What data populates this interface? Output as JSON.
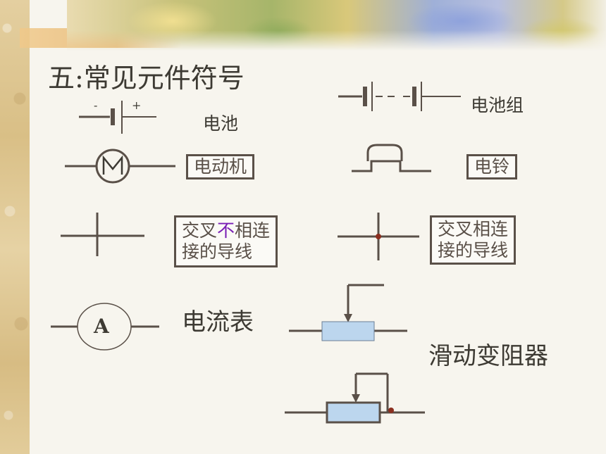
{
  "title": "五:常见元件符号",
  "symbols": {
    "battery": {
      "label": "电池",
      "minus": "-",
      "plus": "+"
    },
    "battery_group": {
      "label": "电池组"
    },
    "motor": {
      "label": "电动机",
      "glyph": "M"
    },
    "bell": {
      "label": "电铃"
    },
    "crossing_unconnected": {
      "line1_prefix": "交叉",
      "line1_emphasis": "不",
      "line1_suffix": "相连",
      "line2": "接的导线"
    },
    "crossing_connected": {
      "line1": "交叉相连",
      "line2": "接的导线"
    },
    "ammeter": {
      "label": "电流表",
      "glyph": "A"
    },
    "rheostat": {
      "label": "滑动变阻器"
    }
  },
  "colors": {
    "line": "#5a5048",
    "text": "#3d3a33",
    "emphasis": "#7a1fb5",
    "resistor_fill": "#bcd6ee",
    "junction": "#8b2f1f"
  }
}
